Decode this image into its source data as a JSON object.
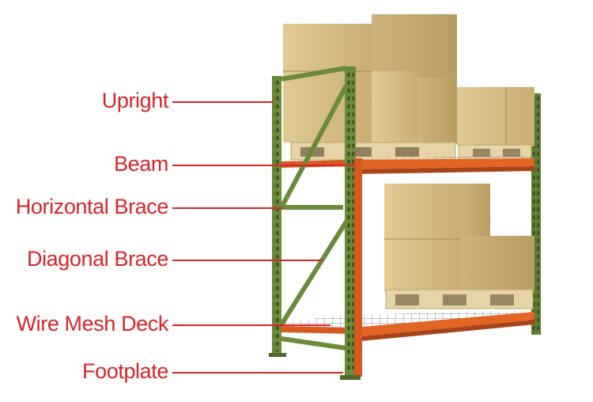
{
  "labels": [
    {
      "id": "upright",
      "text": "Upright"
    },
    {
      "id": "beam",
      "text": "Beam"
    },
    {
      "id": "horizontal-brace",
      "text": "Horizontal Brace"
    },
    {
      "id": "diagonal-brace",
      "text": "Diagonal Brace"
    },
    {
      "id": "wire-mesh-deck",
      "text": "Wire Mesh Deck"
    },
    {
      "id": "footplate",
      "text": "Footplate"
    }
  ],
  "colors": {
    "label": "#d8242a",
    "upright": "#6b8a3a",
    "beam": "#d85a1e",
    "box": "#d7c08a",
    "pallet": "#e6d3a6",
    "mesh": "#9aa0a6"
  }
}
